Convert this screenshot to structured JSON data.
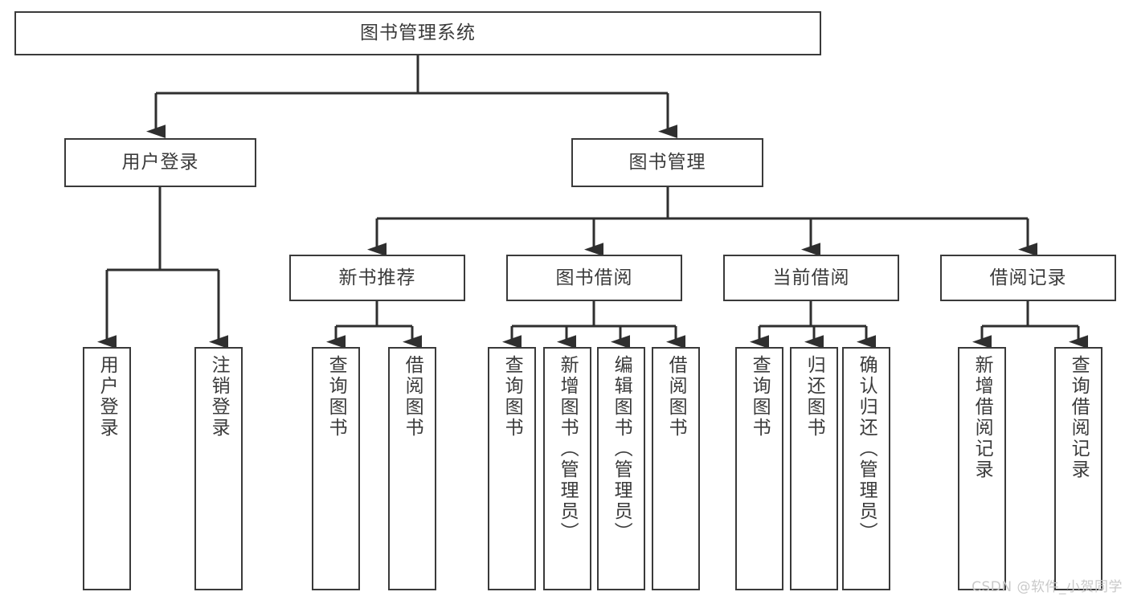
{
  "diagram": {
    "title": "图书管理系统",
    "type": "hierarchy-tree",
    "orientation": "top-down",
    "colors": {
      "background": "#ffffff",
      "box_border": "#3a3a3a",
      "box_fill": "#ffffff",
      "text": "#3b3b3b",
      "connector": "#2f2f2f",
      "watermark": "#c9c9c9"
    },
    "root": {
      "label": "图书管理系统",
      "level": 0
    },
    "level1": [
      {
        "label": "用户登录"
      },
      {
        "label": "图书管理"
      }
    ],
    "level2": [
      {
        "label": "新书推荐",
        "parent": "图书管理"
      },
      {
        "label": "图书借阅",
        "parent": "图书管理"
      },
      {
        "label": "当前借阅",
        "parent": "图书管理"
      },
      {
        "label": "借阅记录",
        "parent": "图书管理"
      }
    ],
    "leaves": {
      "user_login": [
        {
          "label": "用户登录"
        },
        {
          "label": "注销登录"
        }
      ],
      "new_book_recommend": [
        {
          "label": "查询图书"
        },
        {
          "label": "借阅图书"
        }
      ],
      "book_borrow": [
        {
          "label": "查询图书"
        },
        {
          "label": "新增图书（管理员）"
        },
        {
          "label": "编辑图书（管理员）"
        },
        {
          "label": "借阅图书"
        }
      ],
      "current_borrow": [
        {
          "label": "查询图书"
        },
        {
          "label": "归还图书"
        },
        {
          "label": "确认归还（管理员）"
        }
      ],
      "borrow_record": [
        {
          "label": "新增借阅记录"
        },
        {
          "label": "查询借阅记录"
        }
      ]
    }
  },
  "watermark": {
    "text": "CSDN @软件_小贺同学"
  }
}
